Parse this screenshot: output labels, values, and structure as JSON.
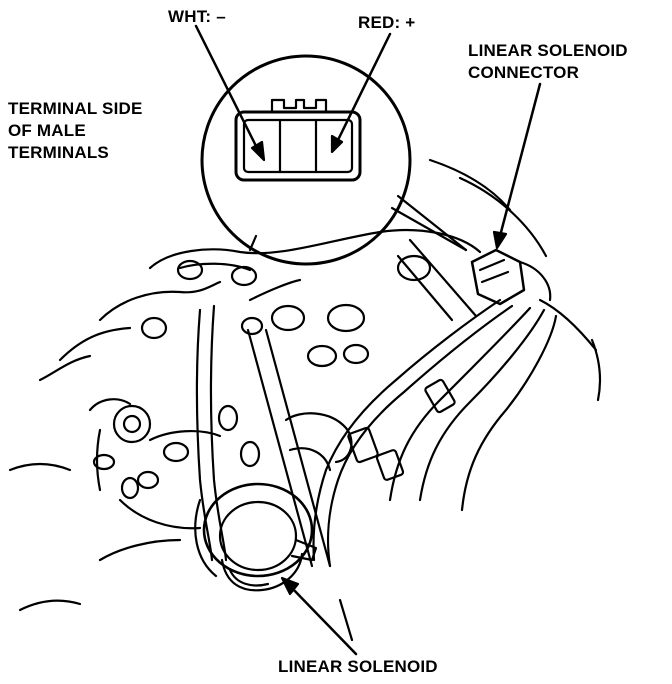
{
  "labels": {
    "wht": "WHT: –",
    "red": "RED: +",
    "connector_line1": "LINEAR SOLENOID",
    "connector_line2": "CONNECTOR",
    "terminal_line1": "TERMINAL SIDE",
    "terminal_line2": "OF MALE",
    "terminal_line3": "TERMINALS",
    "solenoid": "LINEAR SOLENOID"
  },
  "colors": {
    "ink": "#000000",
    "paper": "#ffffff"
  }
}
